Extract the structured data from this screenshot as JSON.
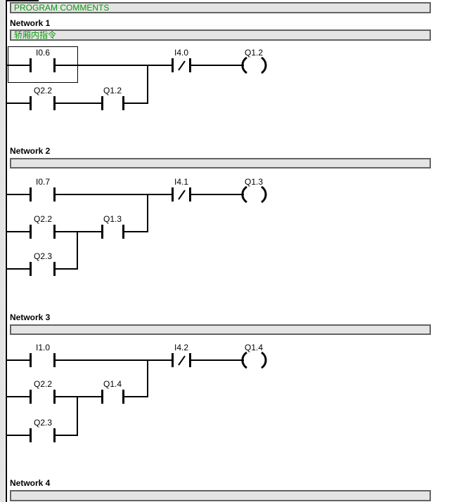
{
  "app": {
    "view": "ladder-logic-editor",
    "program_comments_label": "PROGRAM COMMENTS"
  },
  "colors": {
    "comment_green": "#0a9a0a",
    "bar_fill": "#e4e4e4",
    "bar_border": "#636363",
    "wire_black": "#000000",
    "background": "#ffffff"
  },
  "networks": [
    {
      "title": "Network 1",
      "comment": "轿厢内指令",
      "rung": {
        "input_contact": "I0.6",
        "interlock_contact_nc": "I4.0",
        "output_coil": "Q1.2",
        "seal_contact_1": "Q2.2",
        "seal_contact_2": "Q1.2"
      }
    },
    {
      "title": "Network 2",
      "comment": "",
      "rung": {
        "input_contact": "I0.7",
        "interlock_contact_nc": "I4.1",
        "output_coil": "Q1.3",
        "seal_contact_1": "Q2.2",
        "seal_contact_2": "Q1.3",
        "parallel_contact": "Q2.3"
      }
    },
    {
      "title": "Network 3",
      "comment": "",
      "rung": {
        "input_contact": "I1.0",
        "interlock_contact_nc": "I4.2",
        "output_coil": "Q1.4",
        "seal_contact_1": "Q2.2",
        "seal_contact_2": "Q1.4",
        "parallel_contact": "Q2.3"
      }
    },
    {
      "title": "Network 4",
      "comment": ""
    }
  ]
}
